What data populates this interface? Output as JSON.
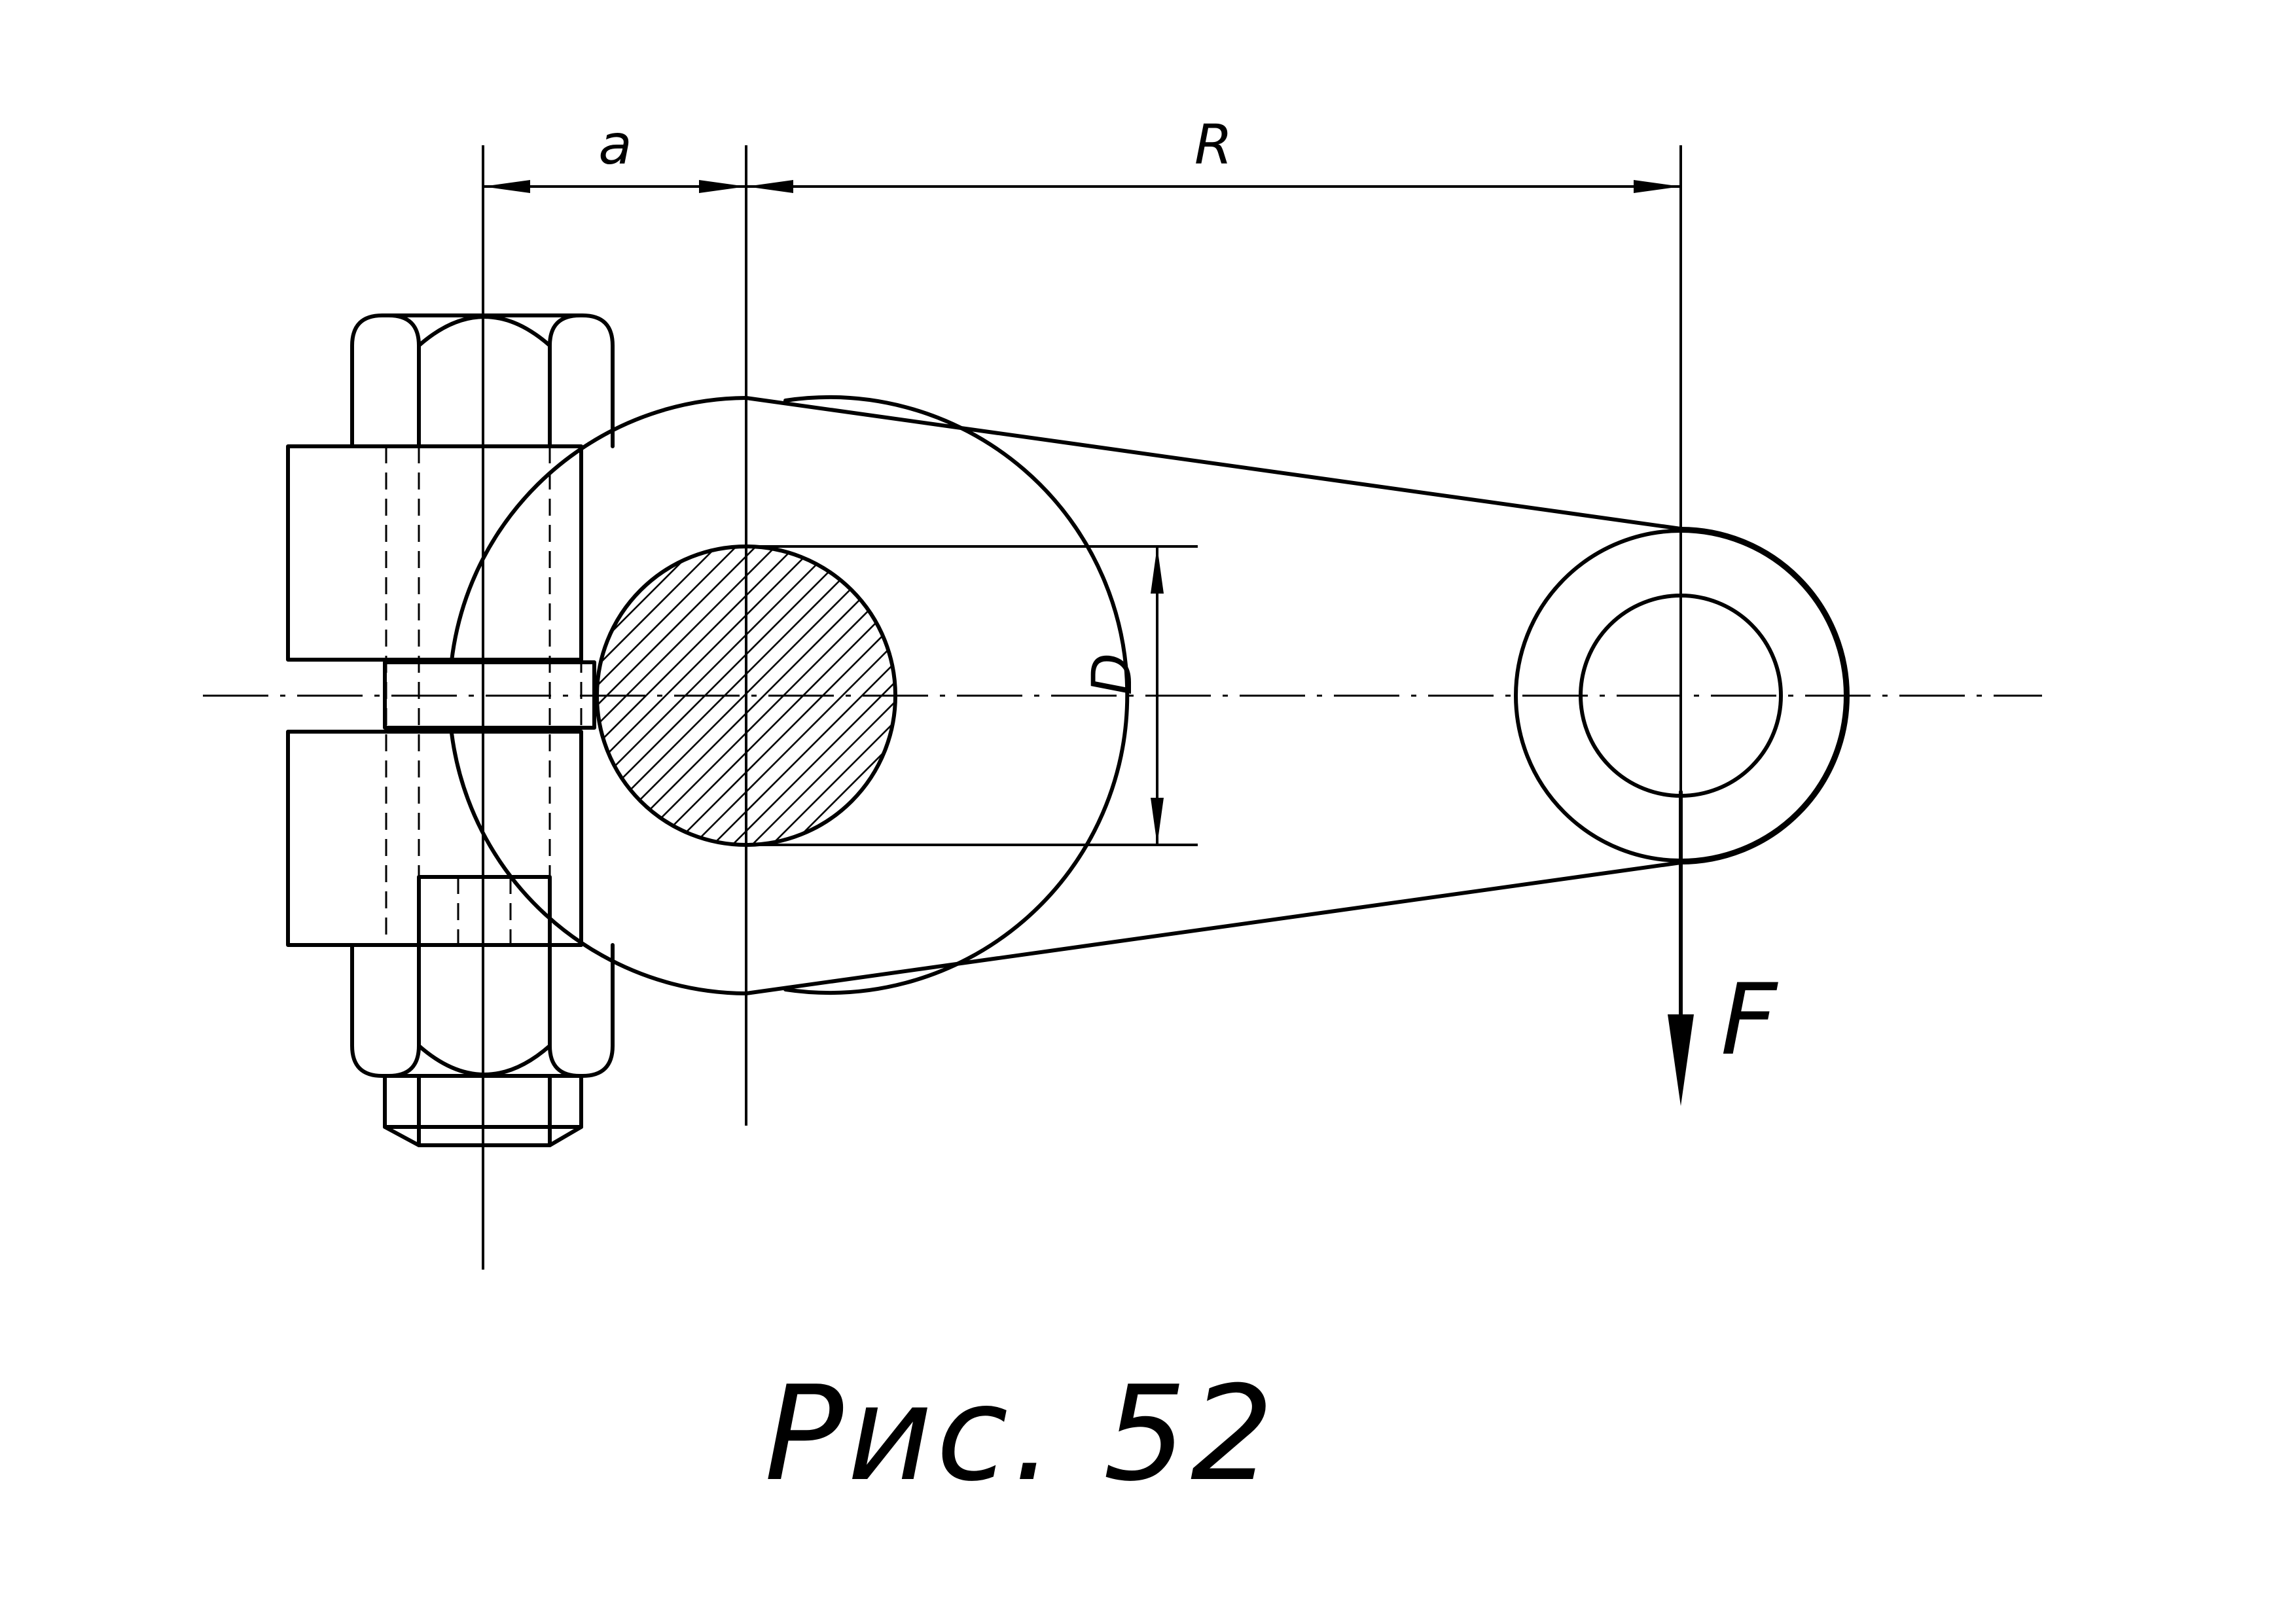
{
  "labels": {
    "dim_a": "a",
    "dim_R": "R",
    "dim_D": "D",
    "force": "F",
    "caption": "Рис. 52"
  }
}
